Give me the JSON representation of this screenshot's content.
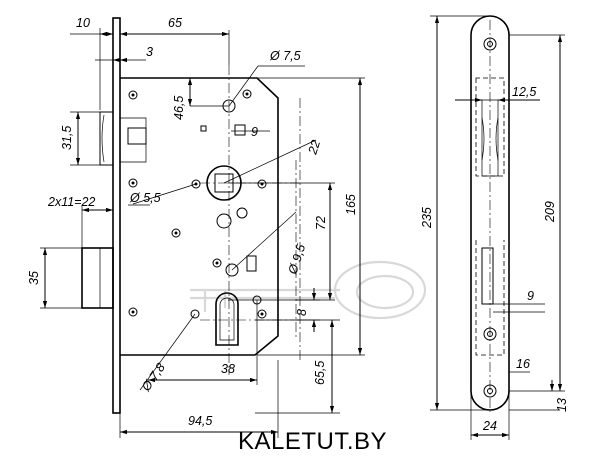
{
  "brand": "KALETUT.BY",
  "dimensions": {
    "d10": "10",
    "d65": "65",
    "d3": "3",
    "d7_5": "Ø 7,5",
    "d46_5": "46,5",
    "d31_5": "31,5",
    "d9_square": "9",
    "d22": "22",
    "d5_5": "Ø 5,5",
    "d2x11": "2x11=22",
    "d72": "72",
    "d165": "165",
    "d9_5": "Ø 9,5",
    "d35": "35",
    "d8": "8",
    "d7_8": "Ø 7,8",
    "d38": "38",
    "d65_5": "65,5",
    "d94_5": "94,5",
    "d235": "235",
    "d12_5": "12,5",
    "d209": "209",
    "d9_plate": "9",
    "d16": "16",
    "d13": "13",
    "d24": "24"
  }
}
